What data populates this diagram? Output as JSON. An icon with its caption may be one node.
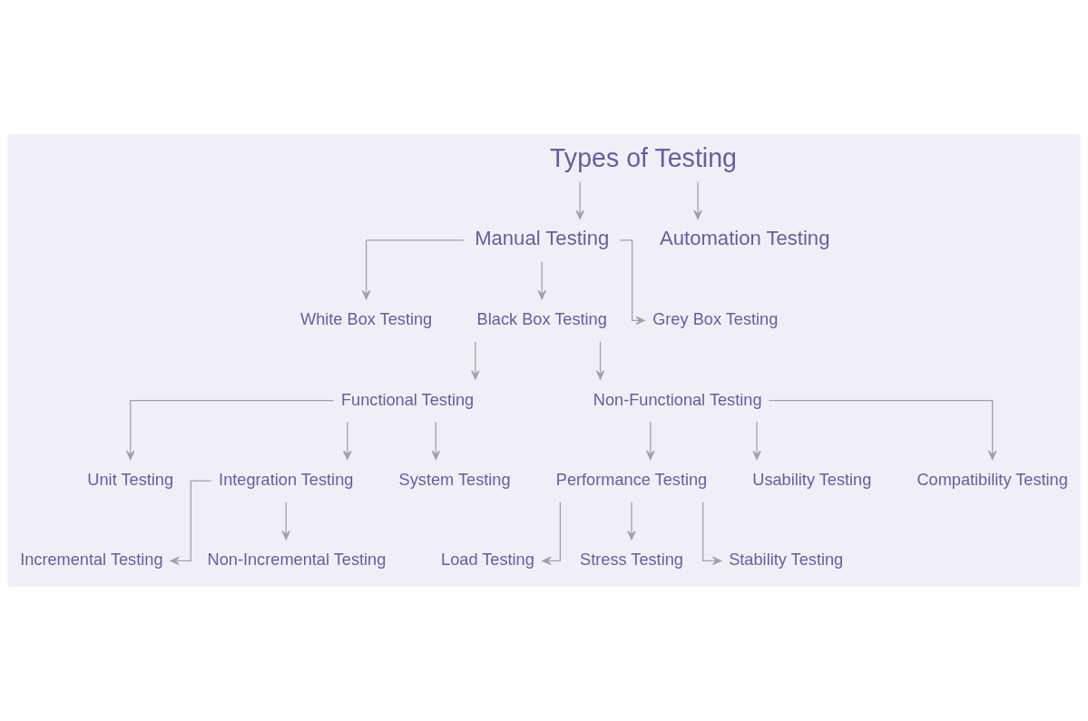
{
  "diagram": {
    "nodes": [
      {
        "text": [
          "Types of Testing"
        ]
      },
      {
        "text": [
          "Manual Testing"
        ]
      },
      {
        "text": [
          "Automation Testing"
        ]
      },
      {
        "text": [
          "White Box Testing"
        ]
      },
      {
        "text": [
          "Black Box Testing"
        ]
      },
      {
        "text": [
          "Grey Box Testing"
        ]
      },
      {
        "text": [
          "Functional Testing"
        ]
      },
      {
        "text": [
          "Non-Functional Testing"
        ]
      },
      {
        "text": [
          "Unit Testing"
        ]
      },
      {
        "text": [
          "Integration Testing"
        ]
      },
      {
        "text": [
          "System Testing"
        ]
      },
      {
        "text": [
          "Performance Testing"
        ]
      },
      {
        "text": [
          "Usability Testing"
        ]
      },
      {
        "text": [
          "Compatibility Testing"
        ]
      },
      {
        "text": [
          "Incremental Testing"
        ]
      },
      {
        "text": [
          "Non-Incremental Testing"
        ]
      },
      {
        "text": [
          "Load Testing"
        ]
      },
      {
        "text": [
          "Stress Testing"
        ]
      },
      {
        "text": [
          "Stability Testing"
        ]
      }
    ],
    "edges": [
      {
        "from": 0,
        "to": 1,
        "arrow": "to"
      },
      {
        "from": 0,
        "to": 2,
        "arrow": "to"
      },
      {
        "from": 1,
        "to": 3,
        "arrow": "to"
      },
      {
        "from": 1,
        "to": 4,
        "arrow": "to"
      },
      {
        "from": 1,
        "to": 5,
        "arrow": "to"
      },
      {
        "from": 4,
        "to": 6,
        "arrow": "to"
      },
      {
        "from": 4,
        "to": 7,
        "arrow": "to"
      },
      {
        "from": 6,
        "to": 8,
        "arrow": "to"
      },
      {
        "from": 6,
        "to": 9,
        "arrow": "to"
      },
      {
        "from": 6,
        "to": 10,
        "arrow": "to"
      },
      {
        "from": 7,
        "to": 11,
        "arrow": "to"
      },
      {
        "from": 7,
        "to": 12,
        "arrow": "to"
      },
      {
        "from": 7,
        "to": 13,
        "arrow": "to"
      },
      {
        "from": 9,
        "to": 14,
        "arrow": "to"
      },
      {
        "from": 9,
        "to": 15,
        "arrow": "to"
      },
      {
        "from": 11,
        "to": 16,
        "arrow": "to"
      },
      {
        "from": 11,
        "to": 17,
        "arrow": "to"
      },
      {
        "from": 11,
        "to": 18,
        "arrow": "to"
      }
    ]
  }
}
